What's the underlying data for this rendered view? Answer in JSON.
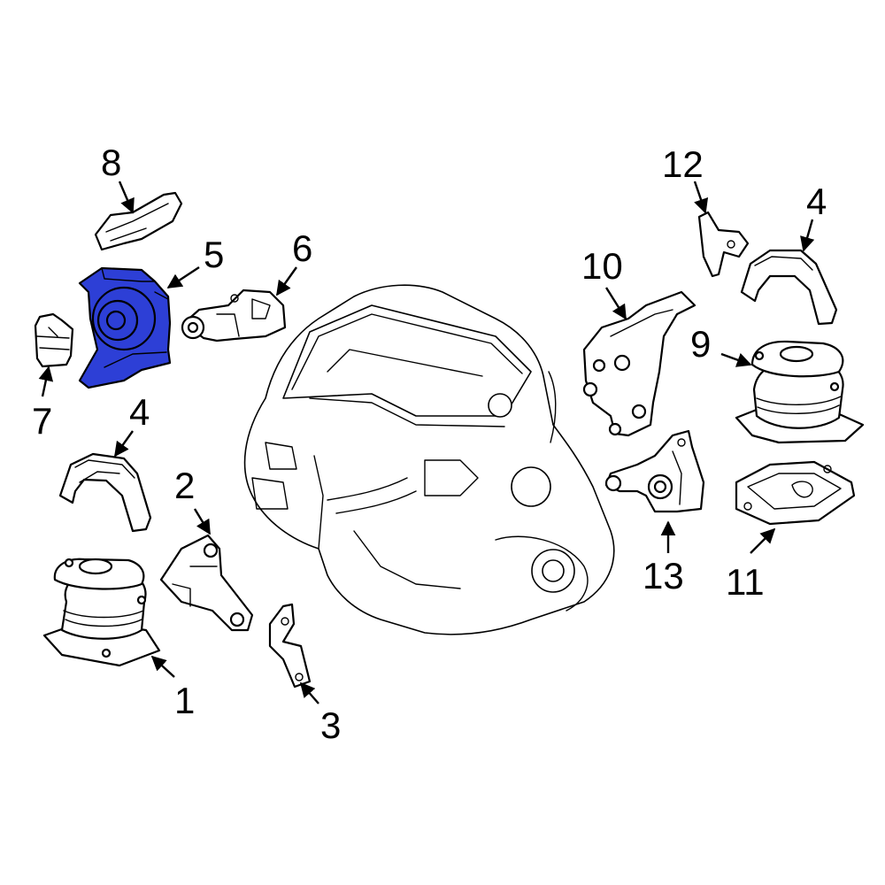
{
  "callouts": [
    {
      "id": "1",
      "label": "1"
    },
    {
      "id": "2",
      "label": "2"
    },
    {
      "id": "3",
      "label": "3"
    },
    {
      "id": "4a",
      "label": "4"
    },
    {
      "id": "4b",
      "label": "4"
    },
    {
      "id": "5",
      "label": "5"
    },
    {
      "id": "6",
      "label": "6"
    },
    {
      "id": "7",
      "label": "7"
    },
    {
      "id": "8",
      "label": "8"
    },
    {
      "id": "9",
      "label": "9"
    },
    {
      "id": "10",
      "label": "10"
    },
    {
      "id": "11",
      "label": "11"
    },
    {
      "id": "12",
      "label": "12"
    },
    {
      "id": "13",
      "label": "13"
    }
  ],
  "highlight": {
    "part": "5",
    "color": "#2d3fd6"
  }
}
